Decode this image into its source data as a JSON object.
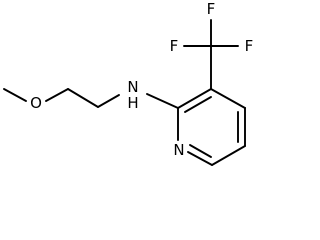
{
  "molecule": {
    "atoms": {
      "methyl_oxygen": "O",
      "amine_nitrogen": "N",
      "amine_hydrogen": "H",
      "ring_nitrogen": "N",
      "fluorine_top": "F",
      "fluorine_left": "F",
      "fluorine_right": "F"
    }
  },
  "colors": {
    "bond": "#000000",
    "label": "#000000",
    "background": "#ffffff"
  }
}
